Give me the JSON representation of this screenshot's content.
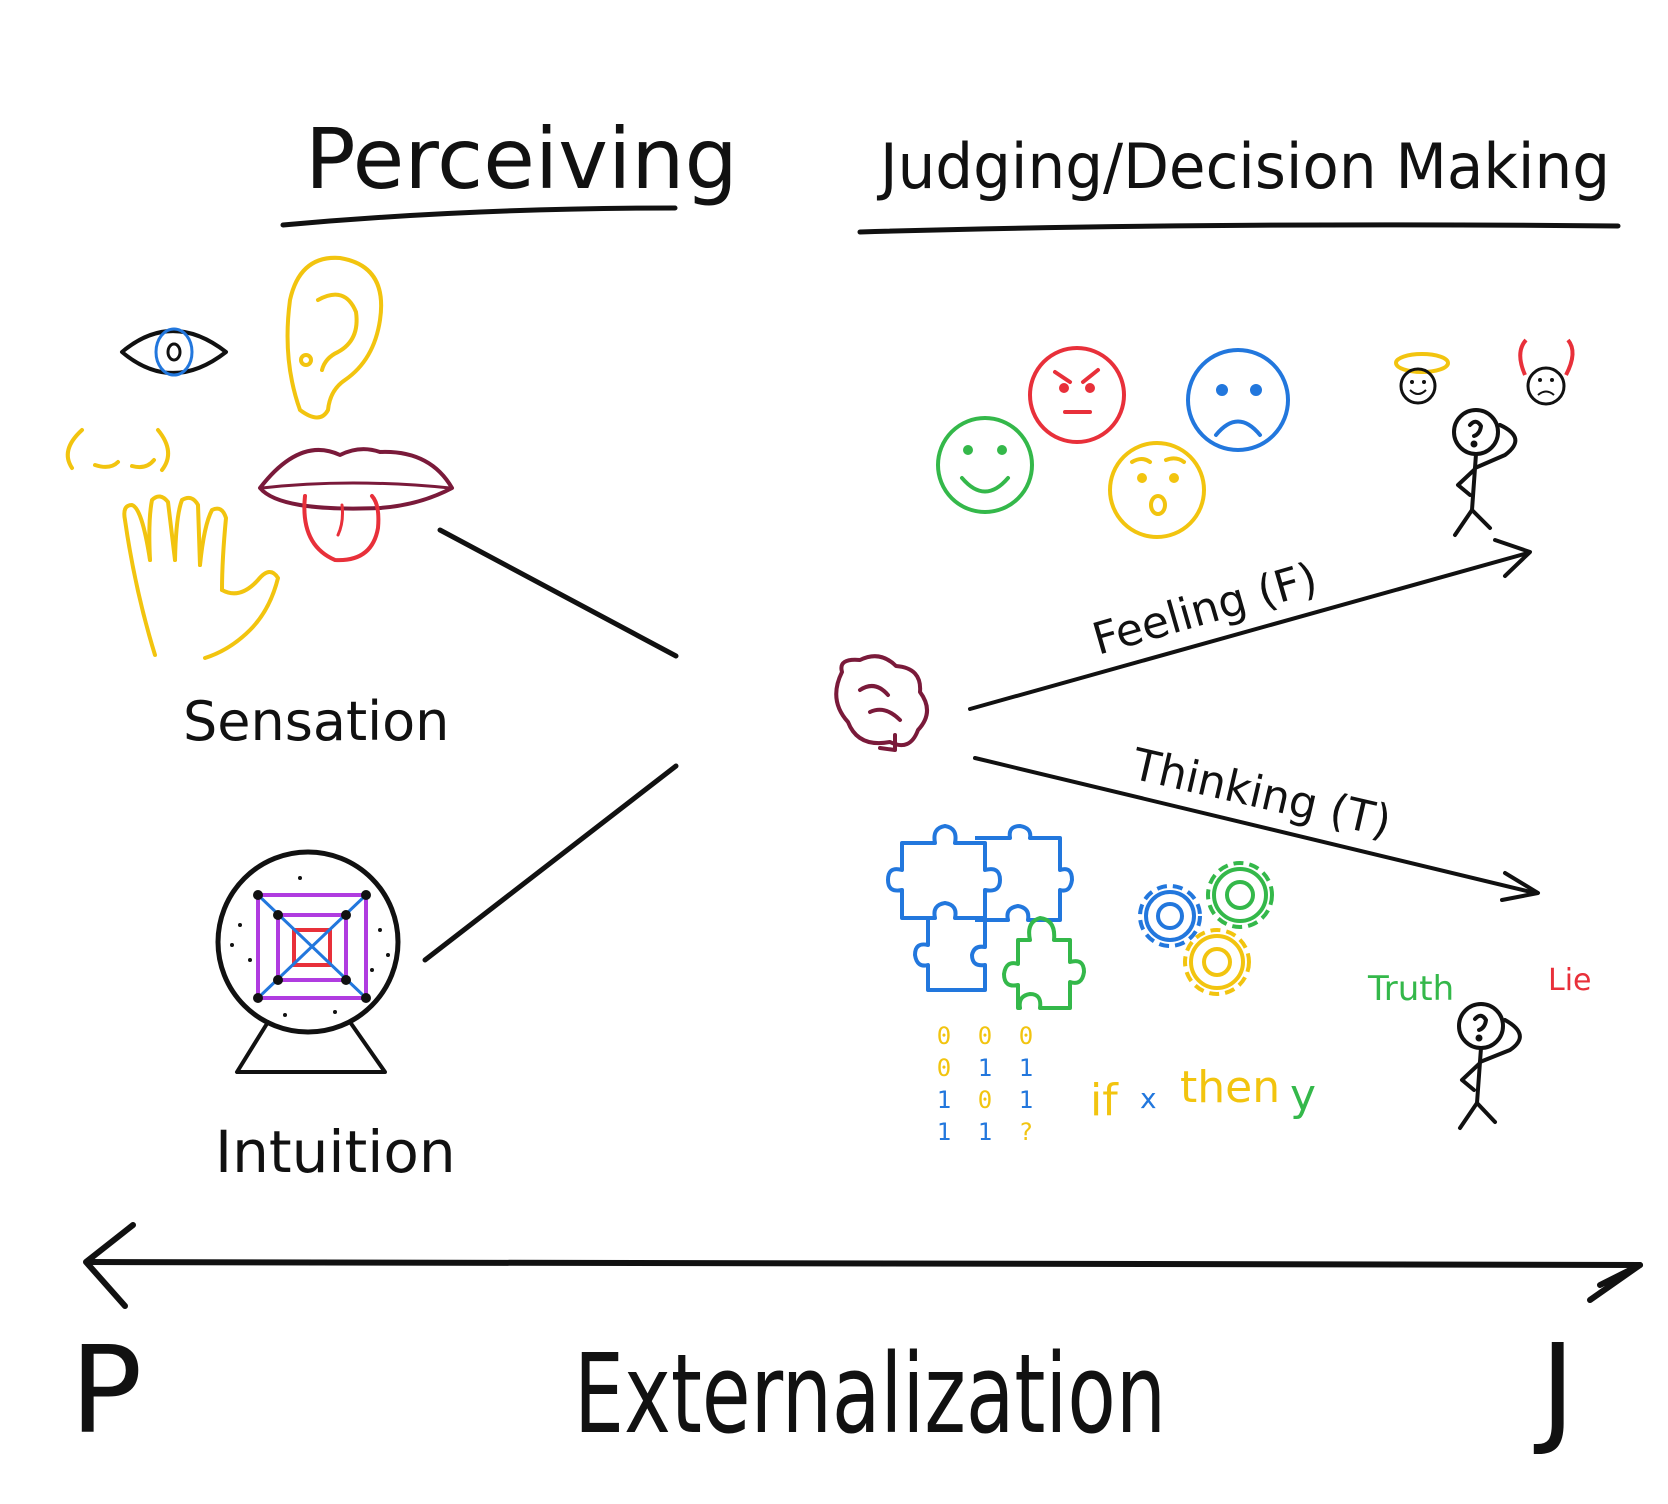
{
  "headings": {
    "perceiving": "Perceiving",
    "judging": "Judging/Decision Making"
  },
  "labels": {
    "sensation": "Sensation",
    "intuition": "Intuition",
    "feeling": "Feeling (F)",
    "thinking": "Thinking (T)",
    "truth": "Truth",
    "lie": "Lie",
    "if_then": {
      "if": "if",
      "x": "x",
      "then": "then",
      "y": "y"
    }
  },
  "binary_grid": [
    [
      "0",
      "0",
      "0"
    ],
    [
      "0",
      "1",
      "1"
    ],
    [
      "1",
      "0",
      "1"
    ],
    [
      "1",
      "1",
      "?"
    ]
  ],
  "axis": {
    "title": "Externalization",
    "left_end": "P",
    "right_end": "J"
  },
  "colors": {
    "ink": "#111111",
    "yellow": "#f2c40f",
    "red": "#e8303a",
    "green": "#34b84a",
    "blue": "#2277dd",
    "maroon": "#7a1a3a",
    "purple": "#b03ce0"
  },
  "icons": [
    "eye-icon",
    "ear-icon",
    "nose-icon",
    "mouth-icon",
    "hand-icon",
    "crystal-ball-icon",
    "brain-icon",
    "puzzle-icon",
    "gear-icon",
    "stick-figure-icon",
    "angel-icon",
    "devil-icon",
    "happy-face-icon",
    "angry-face-icon",
    "sad-face-icon",
    "surprised-face-icon"
  ]
}
